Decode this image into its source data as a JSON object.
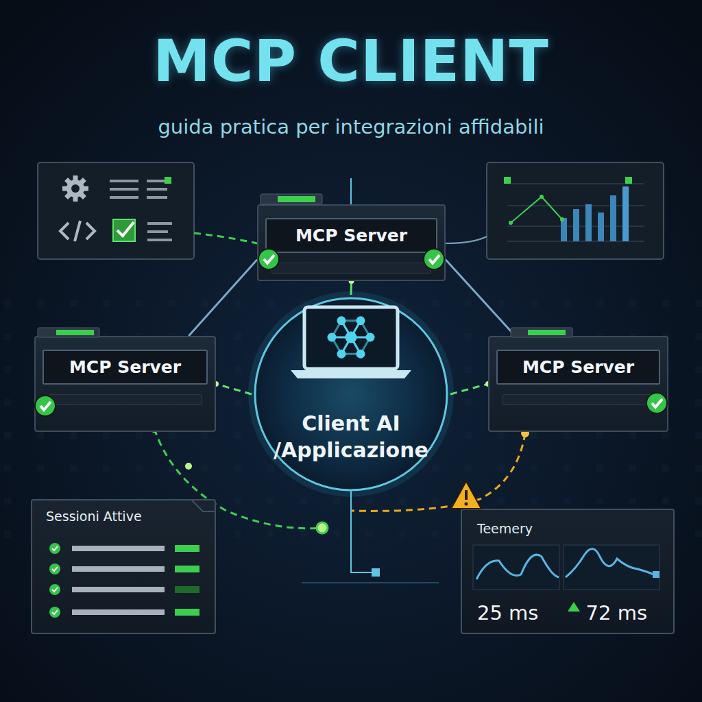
{
  "diagram": {
    "title": "MCP CLIENT",
    "caption": "guida pratica per integrazioni affidabili",
    "nodes": [
      {
        "text": [
          "MCP Server"
        ]
      },
      {
        "text": [
          "MCP Server"
        ]
      },
      {
        "text": [
          "Client AI /Applicazione"
        ]
      },
      {
        "text": [
          "MCP Server"
        ]
      },
      {
        "text": [
          "Sessioni Attive"
        ]
      },
      {
        "text": [
          "Teemery",
          "25 ms",
          "72 ms"
        ]
      }
    ],
    "edges": [
      {
        "from": 2,
        "to": 0,
        "arrow": "none"
      },
      {
        "from": 2,
        "to": 1,
        "arrow": "none"
      },
      {
        "from": 2,
        "to": 3,
        "arrow": "none"
      },
      {
        "from": 0,
        "to": 1,
        "arrow": "none"
      },
      {
        "from": 0,
        "to": 3,
        "arrow": "none"
      }
    ]
  }
}
